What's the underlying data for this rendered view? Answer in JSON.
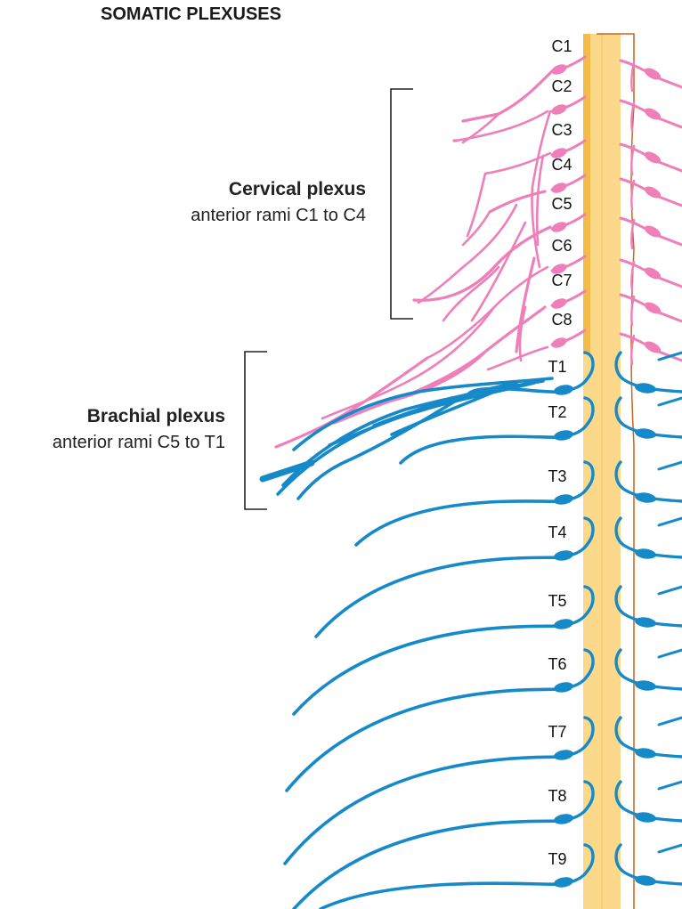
{
  "title": "SOMATIC PLEXUSES",
  "plexuses": {
    "cervical": {
      "name": "Cervical plexus",
      "subtitle": "anterior rami C1 to C4"
    },
    "brachial": {
      "name": "Brachial plexus",
      "subtitle": "anterior rami C5 to T1"
    }
  },
  "segments": {
    "cervical": [
      "C1",
      "C2",
      "C3",
      "C4",
      "C5",
      "C6",
      "C7",
      "C8"
    ],
    "thoracic": [
      "T1",
      "T2",
      "T3",
      "T4",
      "T5",
      "T6",
      "T7",
      "T8",
      "T9"
    ]
  },
  "colors": {
    "cervical_nerve": "#ee7fb8",
    "thoracic_nerve": "#1689c9",
    "spinal_cord": "#fbd88a",
    "cord_edge": "#f3b63c",
    "outline": "#c8641e"
  }
}
